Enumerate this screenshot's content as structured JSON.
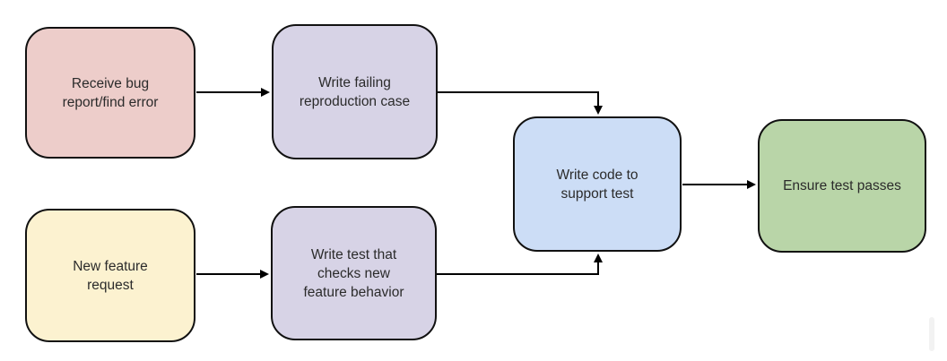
{
  "page": {
    "background": "#ffffff",
    "scrollbar_color": "#f2f2f2"
  },
  "diagram": {
    "type": "flowchart",
    "edge_color": "#000000",
    "node_border_color": "#111111",
    "text_color": "#2b2b2b",
    "nodes": [
      {
        "id": "receive-bug-report",
        "label": "Receive bug\nreport/find error",
        "fill": "#edcdca"
      },
      {
        "id": "write-failing-repro-case",
        "label": "Write failing\nreproduction case",
        "fill": "#d7d3e6"
      },
      {
        "id": "new-feature-request",
        "label": "New feature\nrequest",
        "fill": "#fcf2d0"
      },
      {
        "id": "write-test-checks-feature",
        "label": "Write test that\nchecks new\nfeature behavior",
        "fill": "#d7d3e6"
      },
      {
        "id": "write-code-support-test",
        "label": "Write code to\nsupport test",
        "fill": "#ccddf6"
      },
      {
        "id": "ensure-test-passes",
        "label": "Ensure test passes",
        "fill": "#b9d5a8"
      }
    ],
    "edges": [
      {
        "from": "receive-bug-report",
        "to": "write-failing-repro-case"
      },
      {
        "from": "new-feature-request",
        "to": "write-test-checks-feature"
      },
      {
        "from": "write-failing-repro-case",
        "to": "write-code-support-test"
      },
      {
        "from": "write-test-checks-feature",
        "to": "write-code-support-test"
      },
      {
        "from": "write-code-support-test",
        "to": "ensure-test-passes"
      }
    ]
  }
}
